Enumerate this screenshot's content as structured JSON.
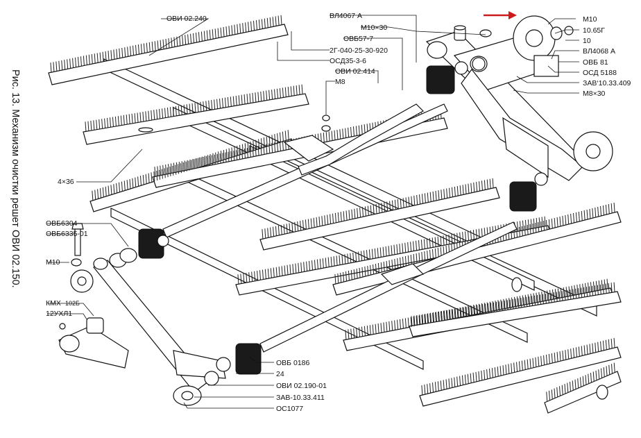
{
  "caption": "Рис. 13. Механизм очистки решет ОВИ 02.150.",
  "labels": {
    "ovi02240": "ОВИ 02.240",
    "vl4067a": "ВЛ4067 А",
    "m10x30": "М10×30",
    "ovb577": "ОВБ57-7",
    "g2": "2Г-040-25-30-920",
    "osd35": "ОСД35-3-6",
    "ovi02414": "ОВИ 02.414",
    "m8": "М8",
    "m10_top": "М10",
    "n1065g": "10.65Г",
    "n10": "10",
    "vl4068a": "ВЛ4068 А",
    "ovb81": "ОВБ 81",
    "osd5188": "ОСД 5188",
    "zav10_33_409": "ЗАВ‘10.33.409",
    "m8x30": "М8×30",
    "n4x36": "4×36",
    "ovb6304": "ОВБ6304",
    "ovb6335": "ОВБ6335-01",
    "m10_left": "М10",
    "kmx": "КМХ",
    "kmx_num": "102Б",
    "n12uhl1": "12УХЛ1",
    "ovb0186": "ОВБ 0186",
    "n24": "24",
    "ovi02190": "ОВИ 02.190-01",
    "zav10_33_411": "ЗАВ-10.33.411",
    "os1077": "ОС1077"
  },
  "colors": {
    "ink": "#111111",
    "arrow": "#cc1a1a",
    "paper": "#ffffff"
  }
}
